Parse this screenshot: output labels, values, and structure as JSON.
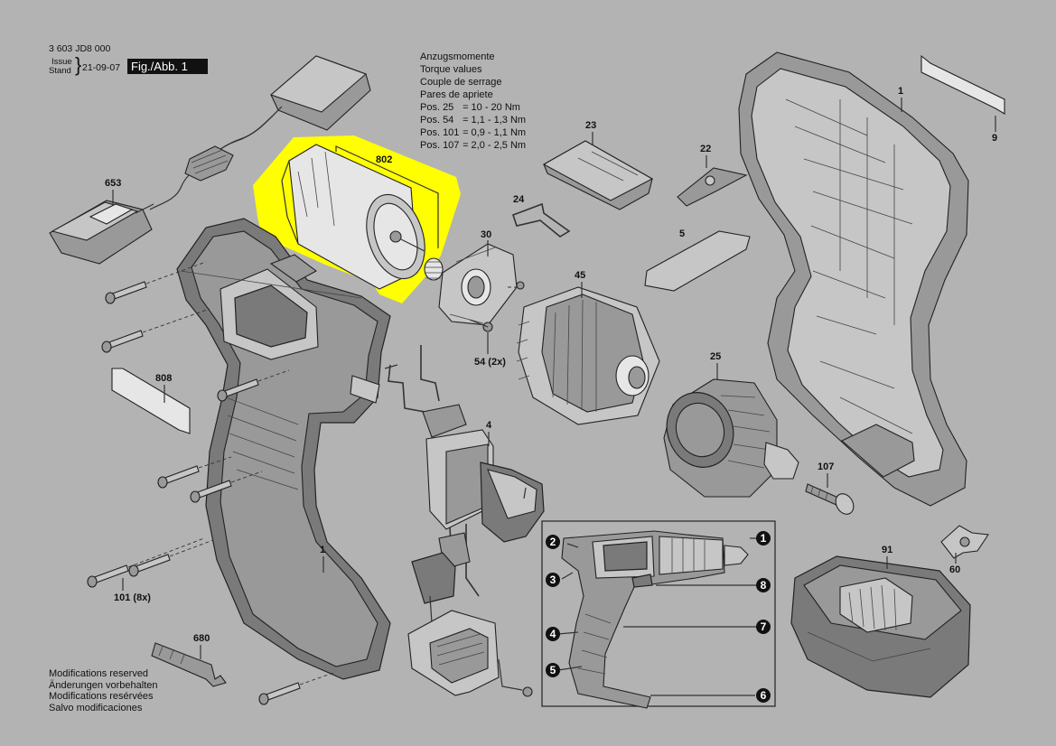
{
  "header": {
    "doc_number": "3 603 JD8 000",
    "issue_label": "Issue",
    "stand_label": "Stand",
    "date": "21-09-07",
    "figure_label": "Fig./Abb. 1"
  },
  "torque": {
    "lines": [
      "Anzugsmomente",
      "Torque values",
      "Couple de serrage",
      "Pares de apriete"
    ],
    "values": [
      {
        "pos": "Pos. 25",
        "value": "= 10 - 20 Nm"
      },
      {
        "pos": "Pos. 54",
        "value": "= 1,1 - 1,3 Nm"
      },
      {
        "pos": "Pos. 101",
        "value": "= 0,9 - 1,1 Nm"
      },
      {
        "pos": "Pos. 107",
        "value": "= 2,0 - 2,5 Nm"
      }
    ]
  },
  "modifications": [
    "Modifications reserved",
    "Änderungen vorbehalten",
    "Modifications resérvées",
    "Salvo modificaciones"
  ],
  "parts": {
    "p1_left": "1",
    "p1_right": "1",
    "p4": "4",
    "p5": "5",
    "p9": "9",
    "p22": "22",
    "p23": "23",
    "p24": "24",
    "p25": "25",
    "p30": "30",
    "p45": "45",
    "p54": "54 (2x)",
    "p60": "60",
    "p91": "91",
    "p101": "101 (8x)",
    "p107": "107",
    "p653": "653",
    "p680": "680",
    "p802": "802",
    "p808": "808"
  },
  "callouts": [
    "1",
    "2",
    "3",
    "4",
    "5",
    "6",
    "7",
    "8"
  ],
  "colors": {
    "background": "#b3b3b3",
    "highlight": "#ffff00",
    "callout_bg": "#111111"
  }
}
